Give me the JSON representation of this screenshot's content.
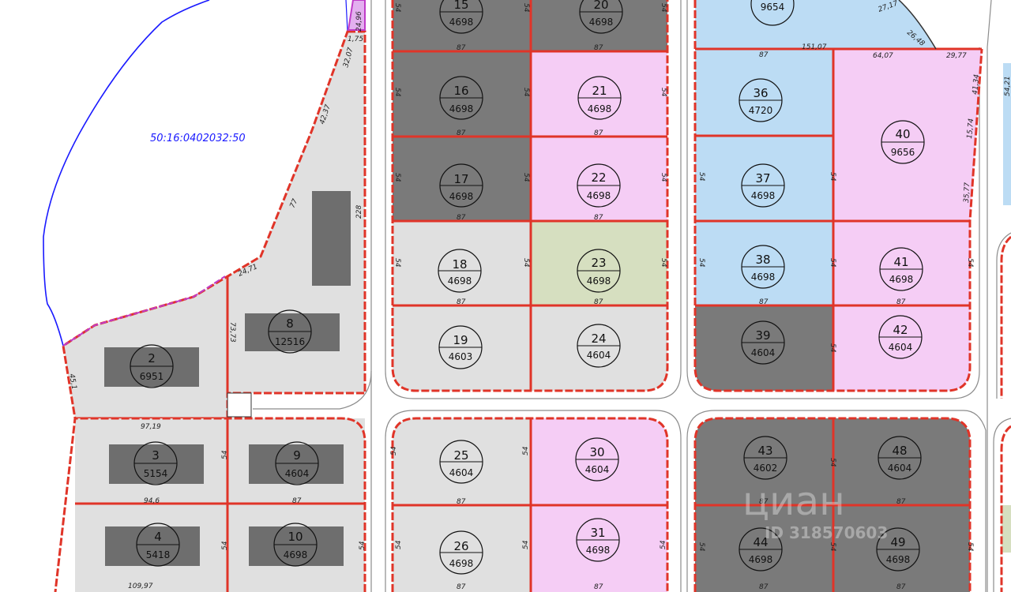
{
  "map": {
    "cadastral_number": "50:16:0402032:50",
    "colors": {
      "background": "#ffffff",
      "grey_lot": "#e0e0e0",
      "dark_lot": "#7a7a7a",
      "pink_lot": "#f5cdf5",
      "blue_lot": "#bcdcf4",
      "green_lot": "#d6dfc0",
      "building": "#6e6e6e",
      "boundary": "#e03428",
      "lake_outline": "#1a1aff",
      "purple_edge": "#c03cc8"
    },
    "lots": [
      {
        "number": "2",
        "area": "6951",
        "color": "grey"
      },
      {
        "number": "3",
        "area": "5154",
        "color": "grey"
      },
      {
        "number": "4",
        "area": "5418",
        "color": "grey"
      },
      {
        "number": "8",
        "area": "12516",
        "color": "grey"
      },
      {
        "number": "9",
        "area": "4604",
        "color": "grey"
      },
      {
        "number": "10",
        "area": "4698",
        "color": "grey"
      },
      {
        "number": "15",
        "area": "4698",
        "color": "dark"
      },
      {
        "number": "16",
        "area": "4698",
        "color": "dark"
      },
      {
        "number": "17",
        "area": "4698",
        "color": "dark"
      },
      {
        "number": "18",
        "area": "4698",
        "color": "grey"
      },
      {
        "number": "19",
        "area": "4603",
        "color": "grey"
      },
      {
        "number": "20",
        "area": "4698",
        "color": "dark"
      },
      {
        "number": "21",
        "area": "4698",
        "color": "pink"
      },
      {
        "number": "22",
        "area": "4698",
        "color": "pink"
      },
      {
        "number": "23",
        "area": "4698",
        "color": "green"
      },
      {
        "number": "24",
        "area": "4604",
        "color": "grey"
      },
      {
        "number": "25",
        "area": "4604",
        "color": "grey"
      },
      {
        "number": "26",
        "area": "4698",
        "color": "grey"
      },
      {
        "number": "30",
        "area": "4604",
        "color": "pink"
      },
      {
        "number": "31",
        "area": "4698",
        "color": "pink"
      },
      {
        "number": "36",
        "area": "4720",
        "color": "blue"
      },
      {
        "number": "37",
        "area": "4698",
        "color": "blue"
      },
      {
        "number": "38",
        "area": "4698",
        "color": "blue"
      },
      {
        "number": "39",
        "area": "4604",
        "color": "dark"
      },
      {
        "number": "40",
        "area": "9656",
        "color": "pink"
      },
      {
        "number": "41",
        "area": "4698",
        "color": "pink"
      },
      {
        "number": "42",
        "area": "4604",
        "color": "pink"
      },
      {
        "number": "43",
        "area": "4602",
        "color": "dark"
      },
      {
        "number": "44",
        "area": "4698",
        "color": "dark"
      },
      {
        "number": "48",
        "area": "4604",
        "color": "dark"
      },
      {
        "number": "49",
        "area": "4698",
        "color": "dark"
      },
      {
        "number": "",
        "area": "9654",
        "color": "blue"
      }
    ],
    "dimension_labels": [
      "24,96",
      "1,75",
      "32,07",
      "42,37",
      "228",
      "77",
      "24,71",
      "73,73",
      "45,1",
      "97,19",
      "94,6",
      "109,97",
      "54",
      "87",
      "151,07",
      "27,17",
      "26,48",
      "64,07",
      "29,77",
      "41,34",
      "15,74",
      "35,77",
      "54,21"
    ],
    "watermark": {
      "brand": "циан",
      "id": "ID 318570603"
    }
  }
}
